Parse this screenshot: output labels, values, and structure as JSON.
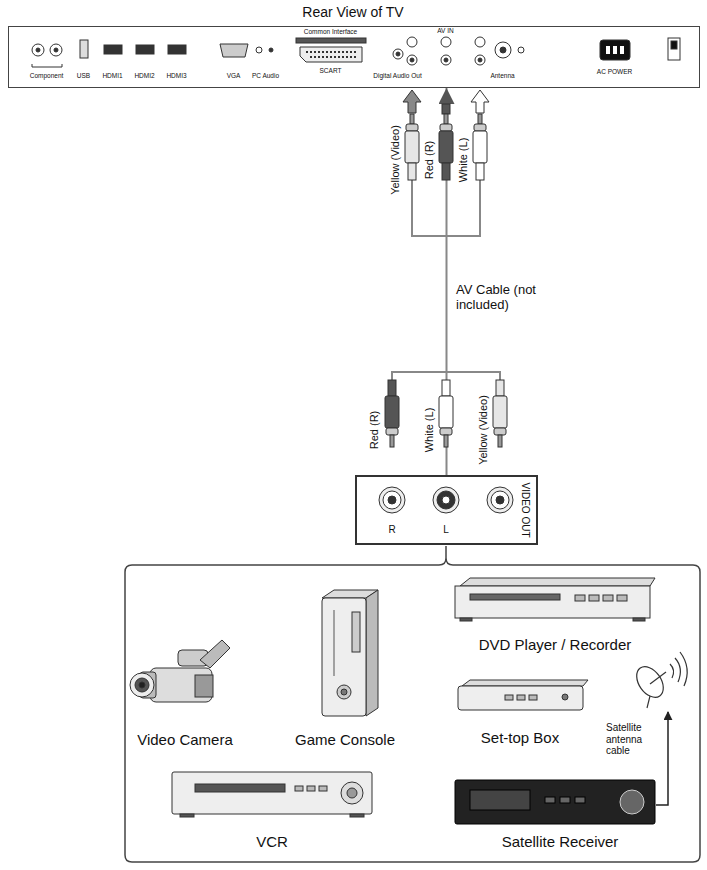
{
  "diagram": {
    "title": "Rear View of TV",
    "nodes": [
      {
        "text": [
          "Component",
          "USB",
          "HDMI1",
          "HDMI2",
          "HDMI3",
          "VGA",
          "PC Audio",
          "Common Interface",
          "SCART",
          "Digital Audio Out",
          "AV IN",
          "Antenna",
          "AC POWER"
        ]
      },
      {
        "text": [
          "R",
          "L",
          "VIDEO OUT"
        ]
      }
    ],
    "edges": [
      {
        "from": 1,
        "to": 0,
        "arrow": "to",
        "label": "AV Cable (not included)"
      }
    ],
    "labels": [
      "Yellow (Video)",
      "Red (R)",
      "White (L)",
      "Red (R)",
      "White (L)",
      "Yellow (Video)",
      "Video Camera",
      "Game Console",
      "DVD Player / Recorder",
      "Set-top Box",
      "Satellite antenna cable",
      "VCR",
      "Satellite Receiver"
    ]
  }
}
